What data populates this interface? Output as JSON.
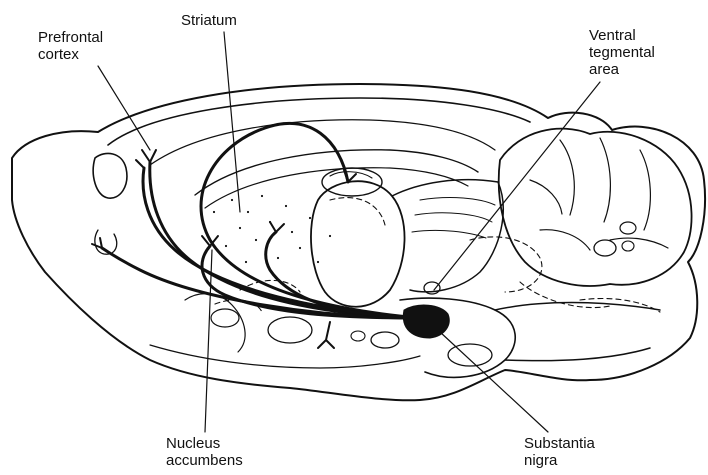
{
  "labels": {
    "prefrontal_cortex": [
      "Prefrontal",
      "cortex"
    ],
    "striatum": [
      "Striatum"
    ],
    "ventral_tegmental_area": [
      "Ventral",
      "tegmental",
      "area"
    ],
    "nucleus_accumbens": [
      "Nucleus",
      "accumbens"
    ],
    "substantia_nigra": [
      "Substantia",
      "nigra"
    ]
  },
  "colors": {
    "ink": "#111111",
    "background": "#ffffff"
  }
}
